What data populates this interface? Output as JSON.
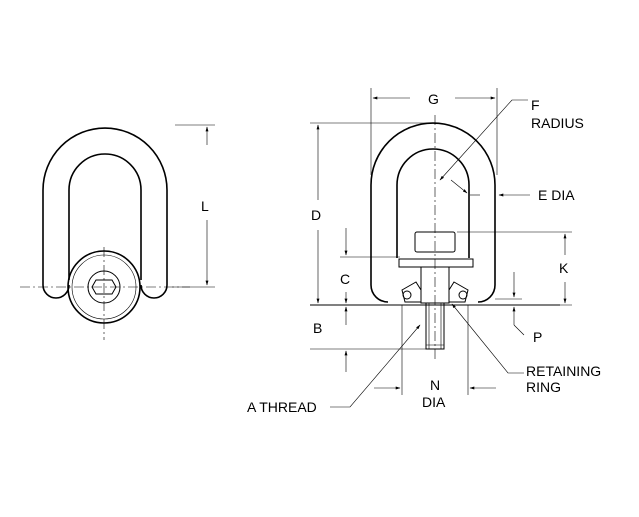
{
  "labels": {
    "G": "G",
    "F": "F",
    "radius": "RADIUS",
    "e_dia": "E DIA",
    "L": "L",
    "D": "D",
    "C": "C",
    "K": "K",
    "B": "B",
    "P": "P",
    "retaining": "RETAINING",
    "ring": "RING",
    "N": "N",
    "dia": "DIA",
    "a_thread": "A THREAD"
  }
}
